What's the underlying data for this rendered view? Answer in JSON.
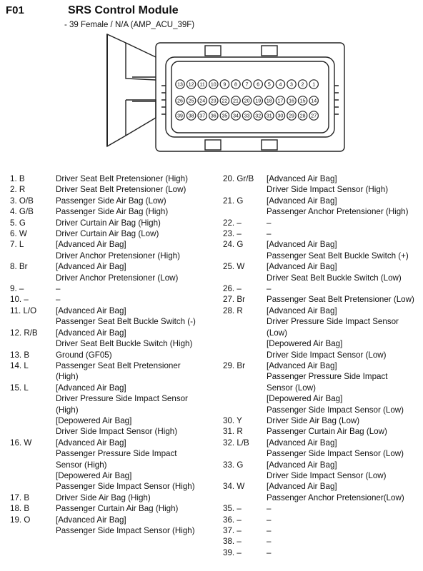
{
  "header": {
    "code": "F01",
    "title": "SRS Control Module",
    "subtitle": "- 39 Female / N/A (AMP_ACU_39F)"
  },
  "connector": {
    "icon": "connector-face-icon",
    "row1": [
      "13",
      "12",
      "11",
      "10",
      "9",
      "8",
      "7",
      "6",
      "5",
      "4",
      "3",
      "2",
      "1"
    ],
    "row2": [
      "26",
      "25",
      "24",
      "23",
      "22",
      "21",
      "20",
      "19",
      "18",
      "17",
      "16",
      "15",
      "14"
    ],
    "row3": [
      "39",
      "38",
      "37",
      "36",
      "35",
      "34",
      "33",
      "32",
      "31",
      "30",
      "29",
      "28",
      "27"
    ]
  },
  "pins_left": [
    {
      "num": "1. B",
      "lines": [
        "Driver Seat Belt Pretensioner (High)"
      ]
    },
    {
      "num": "2. R",
      "lines": [
        "Driver Seat Belt Pretensioner (Low)"
      ]
    },
    {
      "num": "3. O/B",
      "lines": [
        "Passenger Side Air Bag (Low)"
      ]
    },
    {
      "num": "4. G/B",
      "lines": [
        "Passenger Side Air Bag (High)"
      ]
    },
    {
      "num": "5. G",
      "lines": [
        "Driver Curtain Air Bag (High)"
      ]
    },
    {
      "num": "6. W",
      "lines": [
        "Driver Curtain Air Bag (Low)"
      ]
    },
    {
      "num": "7. L",
      "lines": [
        "[Advanced Air Bag]",
        "Driver Anchor Pretensioner (High)"
      ]
    },
    {
      "num": "8. Br",
      "lines": [
        "[Advanced Air Bag]",
        "Driver Anchor Pretensioner (Low)"
      ]
    },
    {
      "num": "9. –",
      "lines": [
        "–"
      ]
    },
    {
      "num": "10. –",
      "lines": [
        "–"
      ]
    },
    {
      "num": "11. L/O",
      "lines": [
        "[Advanced Air Bag]",
        "Passenger Seat Belt Buckle Switch (-)"
      ]
    },
    {
      "num": "12. R/B",
      "lines": [
        "[Advanced Air Bag]",
        "Driver Seat Belt Buckle Switch (High)"
      ]
    },
    {
      "num": "13. B",
      "lines": [
        "Ground (GF05)"
      ]
    },
    {
      "num": "14. L",
      "lines": [
        "Passenger Seat Belt Pretensioner",
        "(High)"
      ]
    },
    {
      "num": "15. L",
      "lines": [
        "[Advanced Air Bag]",
        "Driver Pressure Side Impact Sensor",
        "(High)",
        "[Depowered Air Bag]",
        "Driver Side Impact Sensor (High)"
      ]
    },
    {
      "num": "16. W",
      "lines": [
        "[Advanced Air Bag]",
        "Passenger Pressure Side Impact",
        "Sensor (High)",
        "[Depowered Air Bag]",
        "Passenger Side Impact Sensor (High)"
      ]
    },
    {
      "num": "17. B",
      "lines": [
        "Driver Side Air Bag (High)"
      ]
    },
    {
      "num": "18. B",
      "lines": [
        "Passenger Curtain Air Bag (High)"
      ]
    },
    {
      "num": "19. O",
      "lines": [
        "[Advanced Air Bag]",
        "Passenger Side Impact Sensor (High)"
      ]
    }
  ],
  "pins_right": [
    {
      "num": "20. Gr/B",
      "lines": [
        "[Advanced Air Bag]",
        "Driver Side Impact Sensor (High)"
      ]
    },
    {
      "num": "21. G",
      "lines": [
        "[Advanced Air Bag]",
        "Passenger Anchor Pretensioner (High)"
      ]
    },
    {
      "num": "22. –",
      "lines": [
        "–"
      ]
    },
    {
      "num": "23. –",
      "lines": [
        "–"
      ]
    },
    {
      "num": "24. G",
      "lines": [
        "[Advanced Air Bag]",
        "Passenger Seat Belt Buckle Switch (+)"
      ]
    },
    {
      "num": "25. W",
      "lines": [
        "[Advanced Air Bag]",
        "Driver Seat Belt Buckle Switch (Low)"
      ]
    },
    {
      "num": "26. –",
      "lines": [
        "–"
      ]
    },
    {
      "num": "27. Br",
      "lines": [
        "Passenger Seat Belt Pretensioner (Low)"
      ]
    },
    {
      "num": "28. R",
      "lines": [
        "[Advanced Air Bag]",
        "Driver Pressure Side Impact Sensor",
        "(Low)",
        "[Depowered Air Bag]",
        "Driver Side Impact Sensor (Low)"
      ]
    },
    {
      "num": "29. Br",
      "lines": [
        "[Advanced Air Bag]",
        "Passenger Pressure Side Impact",
        "Sensor (Low)",
        "[Depowered Air Bag]",
        "Passenger Side Impact Sensor (Low)"
      ]
    },
    {
      "num": "30. Y",
      "lines": [
        "Driver Side Air Bag (Low)"
      ]
    },
    {
      "num": "31. R",
      "lines": [
        "Passenger Curtain Air Bag (Low)"
      ]
    },
    {
      "num": "32. L/B",
      "lines": [
        "[Advanced Air Bag]",
        "Passenger Side Impact Sensor (Low)"
      ]
    },
    {
      "num": "33. G",
      "lines": [
        "[Advanced Air Bag]",
        "Driver Side Impact Sensor (Low)"
      ]
    },
    {
      "num": "34. W",
      "lines": [
        "[Advanced Air Bag]",
        "Passenger Anchor Pretensioner(Low)"
      ]
    },
    {
      "num": "35. –",
      "lines": [
        "–"
      ]
    },
    {
      "num": "36. –",
      "lines": [
        "–"
      ]
    },
    {
      "num": "37. –",
      "lines": [
        "–"
      ]
    },
    {
      "num": "38. –",
      "lines": [
        "–"
      ]
    },
    {
      "num": "39. –",
      "lines": [
        "–"
      ]
    }
  ]
}
